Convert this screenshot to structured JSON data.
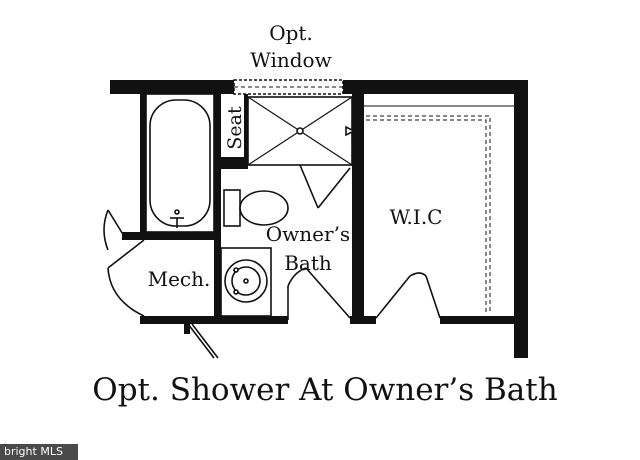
{
  "plan": {
    "window_line1": "Opt.",
    "window_line2": "Window",
    "seat": "Seat",
    "wic": "W.I.C",
    "bath_line1": "Owner’s",
    "bath_line2": "Bath",
    "mech": "Mech."
  },
  "caption": "Opt. Shower At Owner’s Bath",
  "watermark": "bright MLS"
}
